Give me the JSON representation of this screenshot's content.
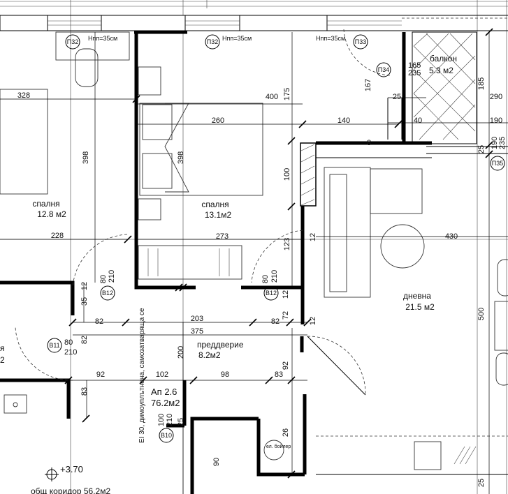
{
  "rooms": {
    "bedroom_left_name": "спалня",
    "bedroom_left_area": "12.8 м2",
    "bedroom_main_name": "спалня",
    "bedroom_main_area": "13.1м2",
    "balcony_name": "балкон",
    "balcony_area": "5.3 м2",
    "living_name": "дневна",
    "living_area": "21.5 м2",
    "hall_name": "преддверие",
    "hall_area": "8.2м2",
    "left_cut_1": "я",
    "left_cut_2": "2"
  },
  "apartment": {
    "label": "Ап 2.6",
    "area": "76.2м2"
  },
  "level": {
    "elevation": "+3.70",
    "corridor": "общ коридор 56.2м2"
  },
  "fire_door_note": "EI 30, димоуплътнена, самозатваряща се",
  "boiler_label": "ел. бойлер",
  "window_tags": [
    "П32",
    "П32",
    "П33",
    "П34",
    "П35"
  ],
  "door_tags": [
    "В12",
    "В12",
    "В11",
    "В10"
  ],
  "sill_notes": [
    "Нпп=35см",
    "Нпп=35см",
    "Нпп=35см"
  ],
  "dimensions": {
    "d328": "328",
    "d398a": "398",
    "d398b": "398",
    "d228": "228",
    "d400": "400",
    "d175": "175",
    "d260": "260",
    "d140": "140",
    "d100": "100",
    "d273": "273",
    "d123": "123",
    "d430": "430",
    "d500": "500",
    "d165": "165",
    "d235a": "235",
    "d167": "167",
    "d25a": "25",
    "d40": "40",
    "d185": "185",
    "d290": "290",
    "d190a": "190",
    "d190b": "190",
    "d235b": "235",
    "d25b": "25",
    "d8": "8",
    "d35": "35",
    "d12a": "12",
    "d12b": "12",
    "d12c": "12",
    "d82a": "82",
    "d203": "203",
    "d82b": "82",
    "d72": "72",
    "d12d": "12",
    "d375": "375",
    "d82c": "82",
    "d92a": "92",
    "d102": "102",
    "d98": "98",
    "d83a": "83",
    "d92b": "92",
    "d83b": "83",
    "d200": "200",
    "d25c": "25",
    "d26": "26",
    "d90": "90",
    "d25d": "25",
    "d80a": "80",
    "d210a": "210",
    "d80b": "80",
    "d210b": "210",
    "d80c": "80",
    "d210c": "210",
    "d100b": "100",
    "d210d": "210"
  }
}
